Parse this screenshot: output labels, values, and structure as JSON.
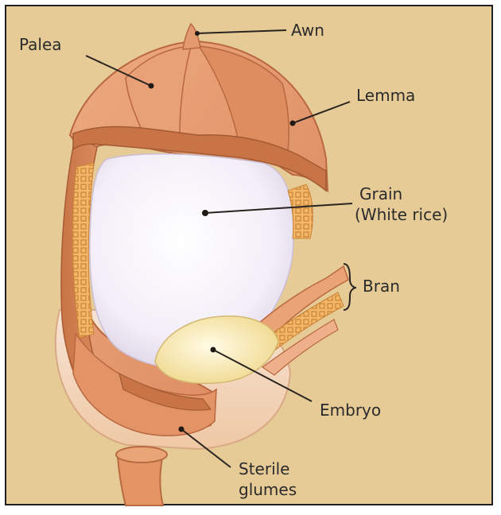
{
  "figure": {
    "labels": {
      "awn": "Awn",
      "palea": "Palea",
      "lemma": "Lemma",
      "grain_line1": "Grain",
      "grain_line2": "(White rice)",
      "bran": "Bran",
      "embryo": "Embryo",
      "sterile_line1": "Sterile",
      "sterile_line2": "glumes"
    }
  },
  "colors": {
    "background": "#e6cb97",
    "frame": "#1e2126",
    "husk": "#e39a6e",
    "husk_dark": "#b9673f",
    "bran_layer": "#f0b36a",
    "grain": "#f6f2fa",
    "embryo": "#f5e4a6",
    "glume": "#f3d8c0"
  }
}
